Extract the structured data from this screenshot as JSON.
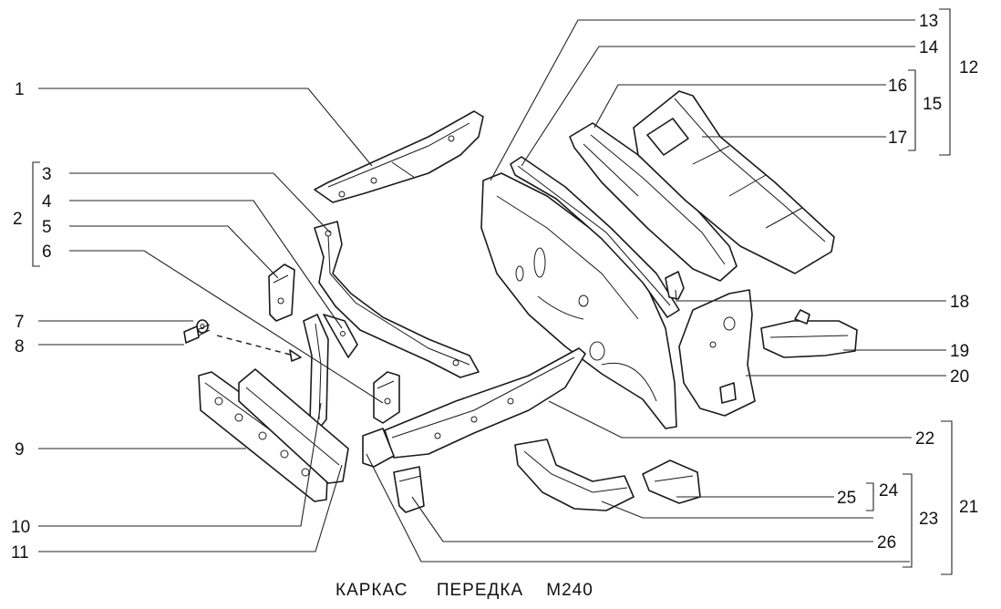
{
  "title": "КАРКАС     ПЕРЕДКА    М240",
  "callouts": {
    "c1": "1",
    "c2": "2",
    "c3": "3",
    "c4": "4",
    "c5": "5",
    "c6": "6",
    "c7": "7",
    "c8": "8",
    "c9": "9",
    "c10": "10",
    "c11": "11",
    "c12": "12",
    "c13": "13",
    "c14": "14",
    "c15": "15",
    "c16": "16",
    "c17": "17",
    "c18": "18",
    "c19": "19",
    "c20": "20",
    "c21": "21",
    "c22": "22",
    "c23": "23",
    "c24": "24",
    "c25": "25",
    "c26": "26"
  }
}
